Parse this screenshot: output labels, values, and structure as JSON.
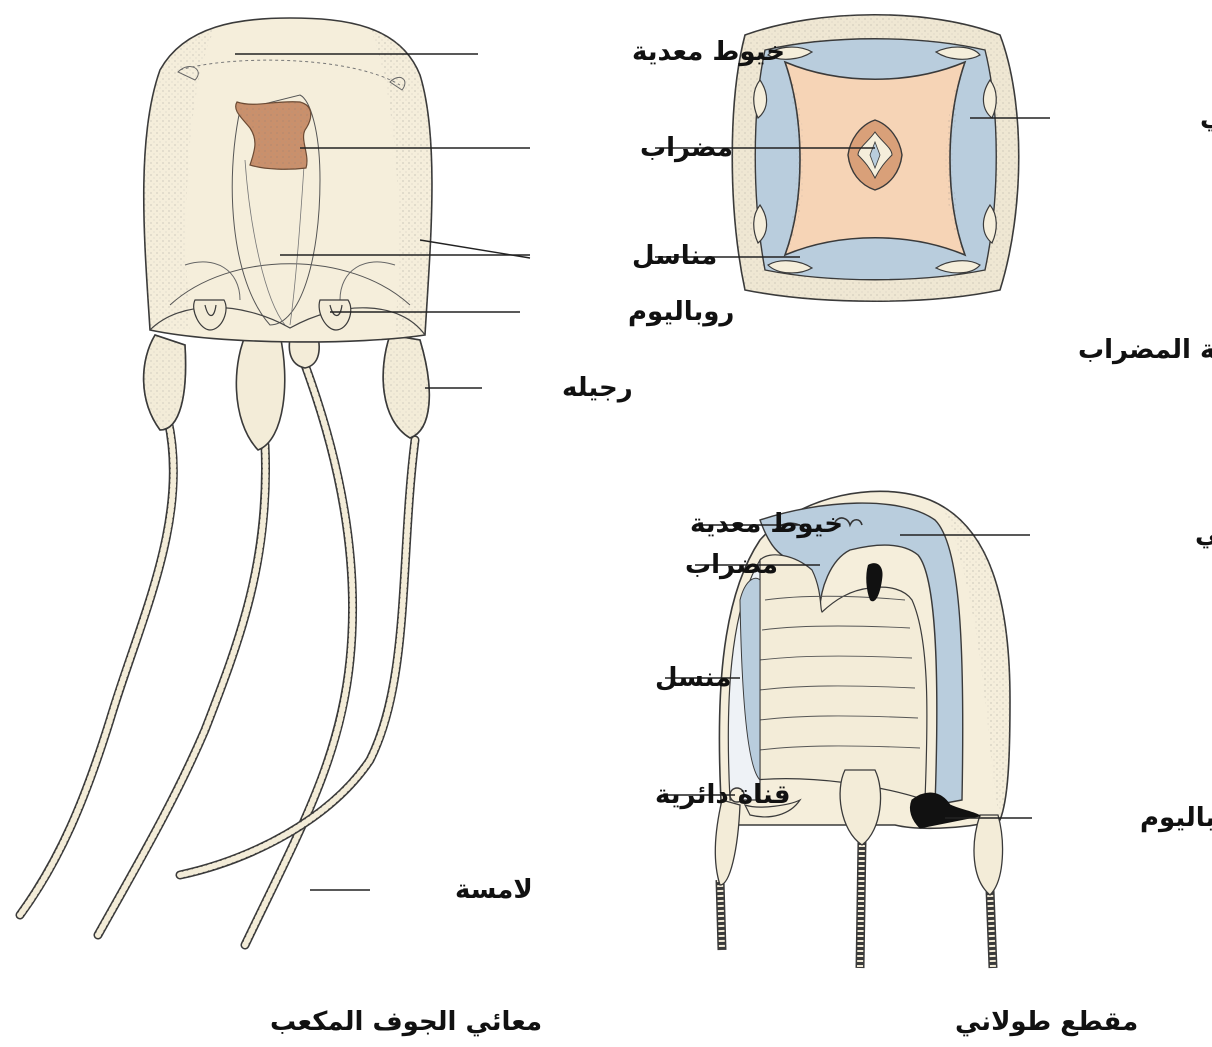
{
  "labels": {
    "jelly_gastric_filaments": "خيوط معدية",
    "jelly_manubrium": "مضراب",
    "jelly_gonads": "مناسل",
    "jelly_rhopalium": "روباليوم",
    "jelly_pedalium": "رجيله",
    "jelly_tentacle": "لامسة",
    "jelly_caption": "معائي الجوف المكعب",
    "cross_radial_pocket": "جيب شعاعي",
    "cross_caption": "مقطع عرضي في سوية المضراب",
    "long_gastric_filaments": "خيوط معدية",
    "long_manubrium": "مضراب",
    "long_gonad": "منسل",
    "long_ring_canal": "قناة دائرية",
    "long_radial_pocket": "جيب شعاعي",
    "long_rhopalium": "روباليوم",
    "long_caption": "مقطع طولاني"
  },
  "colors": {
    "bell": "#f5eedb",
    "bell_stroke": "#3a3a3a",
    "manubrium": "#c9906c",
    "pocket_blue": "#b9cddd",
    "cross_inner": "#f6d4b6",
    "cross_outer": "#efe7d3",
    "black_fill": "#111111"
  }
}
